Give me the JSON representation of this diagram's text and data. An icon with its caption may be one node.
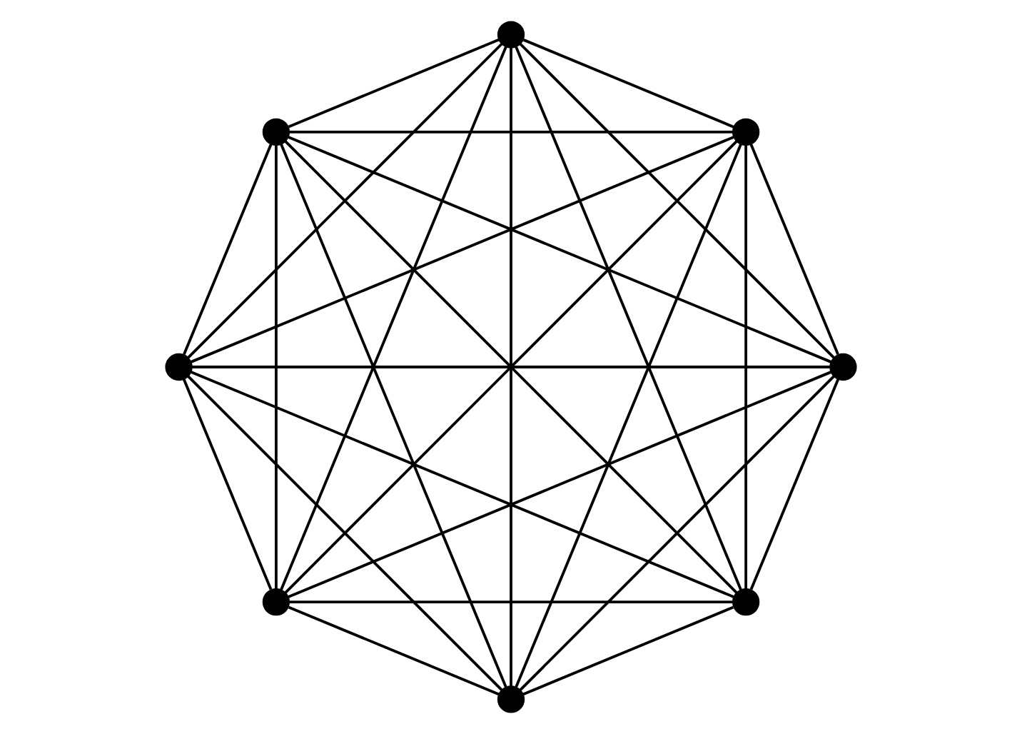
{
  "diagram": {
    "nodes": [
      {
        "text": [],
        "shape": "circle"
      },
      {
        "text": [],
        "shape": "circle"
      },
      {
        "text": [],
        "shape": "circle"
      },
      {
        "text": [],
        "shape": "circle"
      },
      {
        "text": [],
        "shape": "circle"
      },
      {
        "text": [],
        "shape": "circle"
      },
      {
        "text": [],
        "shape": "circle"
      },
      {
        "text": [],
        "shape": "circle"
      }
    ],
    "edges": [
      {
        "from": 0,
        "to": 1,
        "arrow": "none"
      },
      {
        "from": 0,
        "to": 2,
        "arrow": "none"
      },
      {
        "from": 0,
        "to": 3,
        "arrow": "none"
      },
      {
        "from": 0,
        "to": 4,
        "arrow": "none"
      },
      {
        "from": 0,
        "to": 5,
        "arrow": "none"
      },
      {
        "from": 0,
        "to": 6,
        "arrow": "none"
      },
      {
        "from": 0,
        "to": 7,
        "arrow": "none"
      },
      {
        "from": 1,
        "to": 2,
        "arrow": "none"
      },
      {
        "from": 1,
        "to": 3,
        "arrow": "none"
      },
      {
        "from": 1,
        "to": 4,
        "arrow": "none"
      },
      {
        "from": 1,
        "to": 5,
        "arrow": "none"
      },
      {
        "from": 1,
        "to": 6,
        "arrow": "none"
      },
      {
        "from": 1,
        "to": 7,
        "arrow": "none"
      },
      {
        "from": 2,
        "to": 3,
        "arrow": "none"
      },
      {
        "from": 2,
        "to": 4,
        "arrow": "none"
      },
      {
        "from": 2,
        "to": 5,
        "arrow": "none"
      },
      {
        "from": 2,
        "to": 6,
        "arrow": "none"
      },
      {
        "from": 2,
        "to": 7,
        "arrow": "none"
      },
      {
        "from": 3,
        "to": 4,
        "arrow": "none"
      },
      {
        "from": 3,
        "to": 5,
        "arrow": "none"
      },
      {
        "from": 3,
        "to": 6,
        "arrow": "none"
      },
      {
        "from": 3,
        "to": 7,
        "arrow": "none"
      },
      {
        "from": 4,
        "to": 5,
        "arrow": "none"
      },
      {
        "from": 4,
        "to": 6,
        "arrow": "none"
      },
      {
        "from": 4,
        "to": 7,
        "arrow": "none"
      },
      {
        "from": 5,
        "to": 6,
        "arrow": "none"
      },
      {
        "from": 5,
        "to": 7,
        "arrow": "none"
      },
      {
        "from": 6,
        "to": 7,
        "arrow": "none"
      }
    ]
  }
}
